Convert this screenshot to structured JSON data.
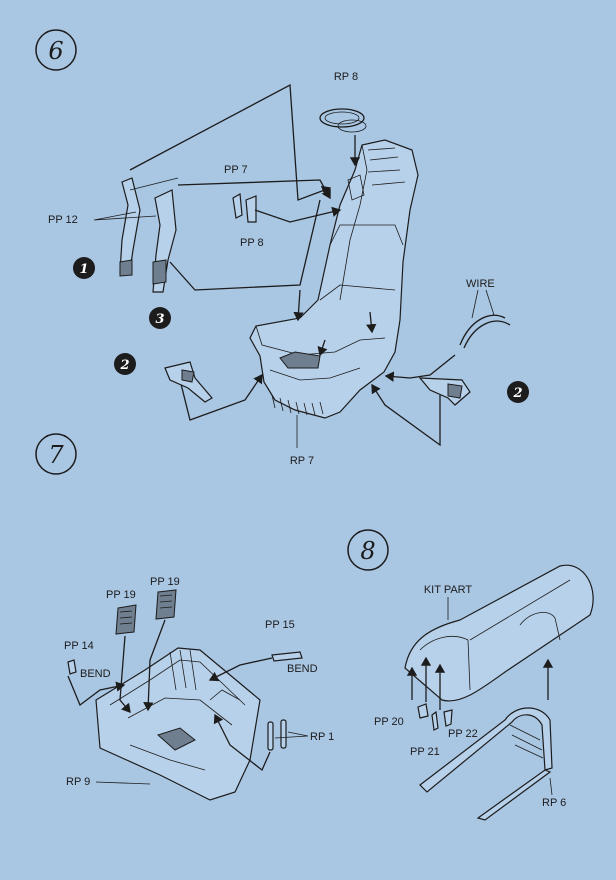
{
  "colors": {
    "background": "#a9c6e3",
    "ink": "#1c1c1c",
    "badge_fill": "#1c1c1c"
  },
  "steps": {
    "s6": "6",
    "s7": "7",
    "s8": "8"
  },
  "step6": {
    "rp8": "RP 8",
    "pp7": "PP 7",
    "pp8": "PP 8",
    "pp12": "PP 12",
    "wire": "WIRE",
    "rp7": "RP 7",
    "badge1": "1",
    "badge2_left": "2",
    "badge2_right": "2",
    "badge3": "3"
  },
  "step7": {
    "pp19_left": "PP 19",
    "pp19_right": "PP 19",
    "pp14": "PP 14",
    "bend_left": "BEND",
    "pp15": "PP 15",
    "bend_right": "BEND",
    "rp1": "RP 1",
    "rp9": "RP 9"
  },
  "step8": {
    "kit_part": "KIT PART",
    "pp20": "PP 20",
    "pp21": "PP 21",
    "pp22": "PP 22",
    "rp6": "RP 6"
  }
}
